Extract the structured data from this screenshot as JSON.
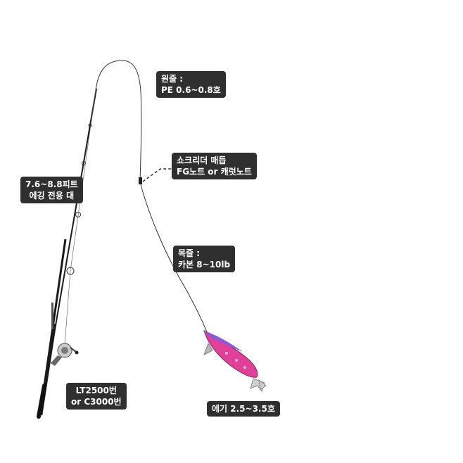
{
  "labels": {
    "main_line": {
      "line1": "원줄 :",
      "line2": "PE 0.6~0.8호"
    },
    "knot": {
      "line1": "쇼크리더 매듭",
      "line2": "FG노트 or 캐럿노트"
    },
    "rod": {
      "line1": "7.6~8.8피트",
      "line2": "에깅 전용 대"
    },
    "leader": {
      "line1": "목줄 :",
      "line2": "카본 8~10lb"
    },
    "reel": {
      "line1": "LT2500번",
      "line2": "or C3000번"
    },
    "egi": {
      "line1": "에기 2.5~3.5호"
    }
  },
  "colors": {
    "label_bg": "#2f2f2f",
    "label_text": "#ffffff",
    "line": "#333333",
    "rod": "#1a1a1a",
    "egi_body": "#e0409a",
    "egi_back": "#8a5bd6"
  }
}
